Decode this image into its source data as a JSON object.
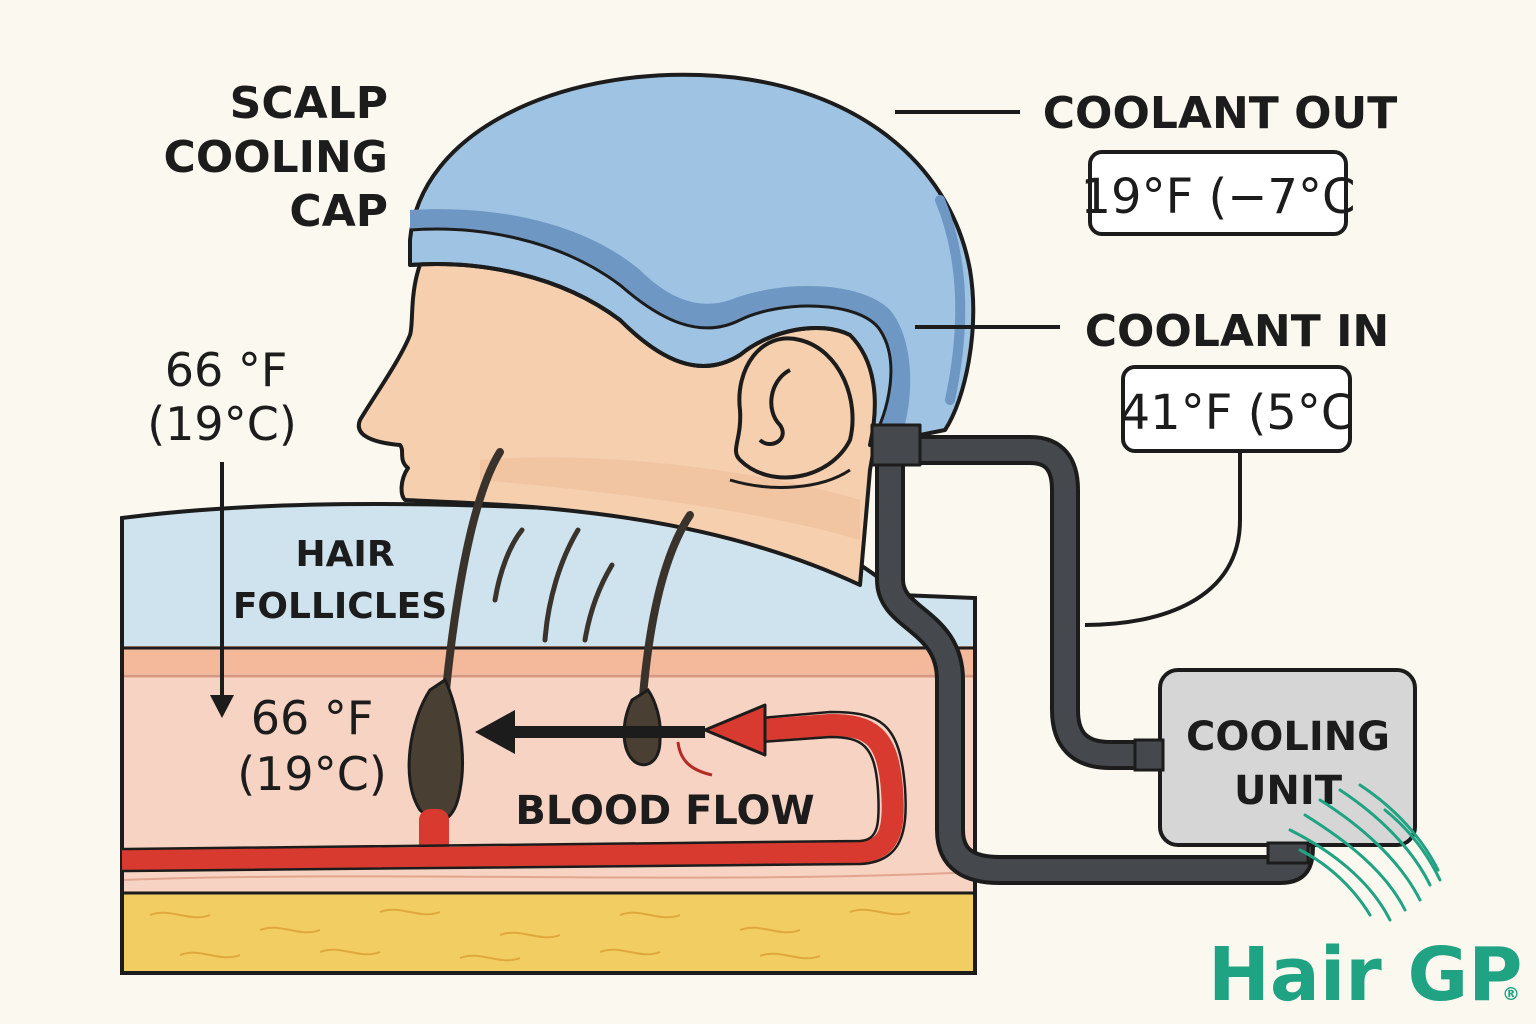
{
  "labels": {
    "cap_line1": "SCALP",
    "cap_line2": "COOLING",
    "cap_line3": "CAP",
    "coolant_out": "COOLANT OUT",
    "coolant_out_temp": "19°F (−7°C",
    "coolant_in": "COOLANT IN",
    "coolant_in_temp": "41°F (5°C",
    "ambient_temp_f": "66 °F",
    "ambient_temp_c": "(19°C)",
    "follicles_line1": "HAIR",
    "follicles_line2": "FOLLICLES",
    "scalp_temp_f": "66 °F",
    "scalp_temp_c": "(19°C)",
    "blood_flow": "BLOOD FLOW",
    "unit_line1": "COOLING",
    "unit_line2": "UNIT"
  },
  "brand": {
    "name": "Hair GP",
    "registered": "®",
    "color": "#1fa383"
  },
  "colors": {
    "cap": "#9ec3e3",
    "cap_band": "#6e97c4",
    "skin": "#f5cfae",
    "epidermis": "#f4b89b",
    "dermis": "#f7d3c3",
    "fat": "#f2cd62",
    "upper_scalp": "#cfe3ee",
    "blood": "#d93a2f",
    "tube": "#45484c",
    "unit": "#d6d6d6"
  }
}
